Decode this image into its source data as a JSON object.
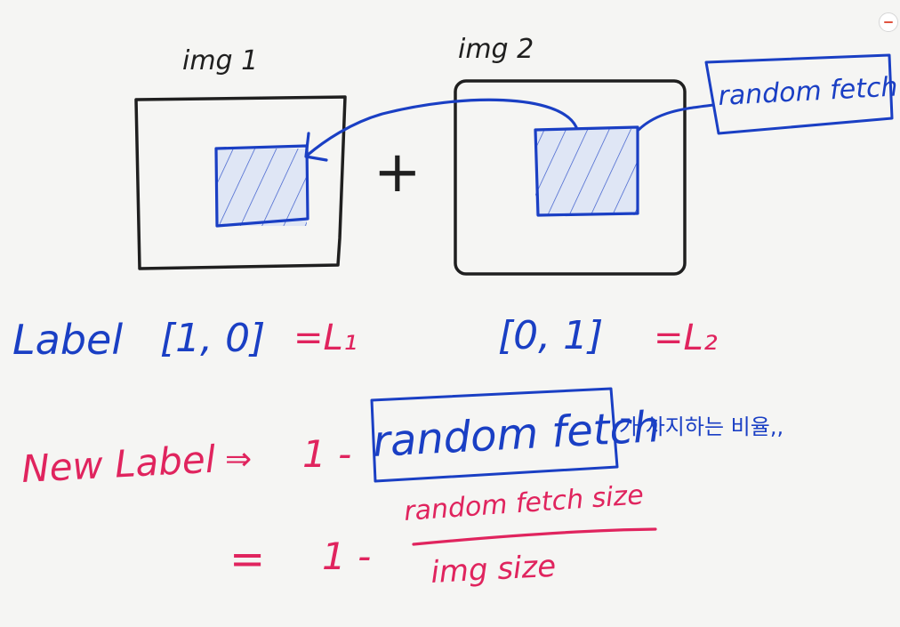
{
  "colors": {
    "ink": "#1f1f1f",
    "blue": "#1a3fc4",
    "red": "#e0245e",
    "hatch": "#dfe6f5",
    "paper": "#f5f5f3"
  },
  "labels": {
    "img1": "img 1",
    "img2": "img 2",
    "plus": "+",
    "random_fetch_box": "random fetch",
    "label_word": "Label",
    "label_l1": "[1, 0]",
    "l1_eq": "=L₁",
    "label_l2": "[0, 1]",
    "l2_eq": "=L₂",
    "new_label": "New Label",
    "arrow": "⇒",
    "one_minus": "1 -",
    "random_fetch_big": "random fetch",
    "korean_suffix": "가 차지하는 비율,,",
    "equals": "=",
    "one_minus_2": "1 -",
    "numerator": "random fetch size",
    "denominator": "img size"
  },
  "icons": {
    "minimize": "minimize-icon"
  }
}
